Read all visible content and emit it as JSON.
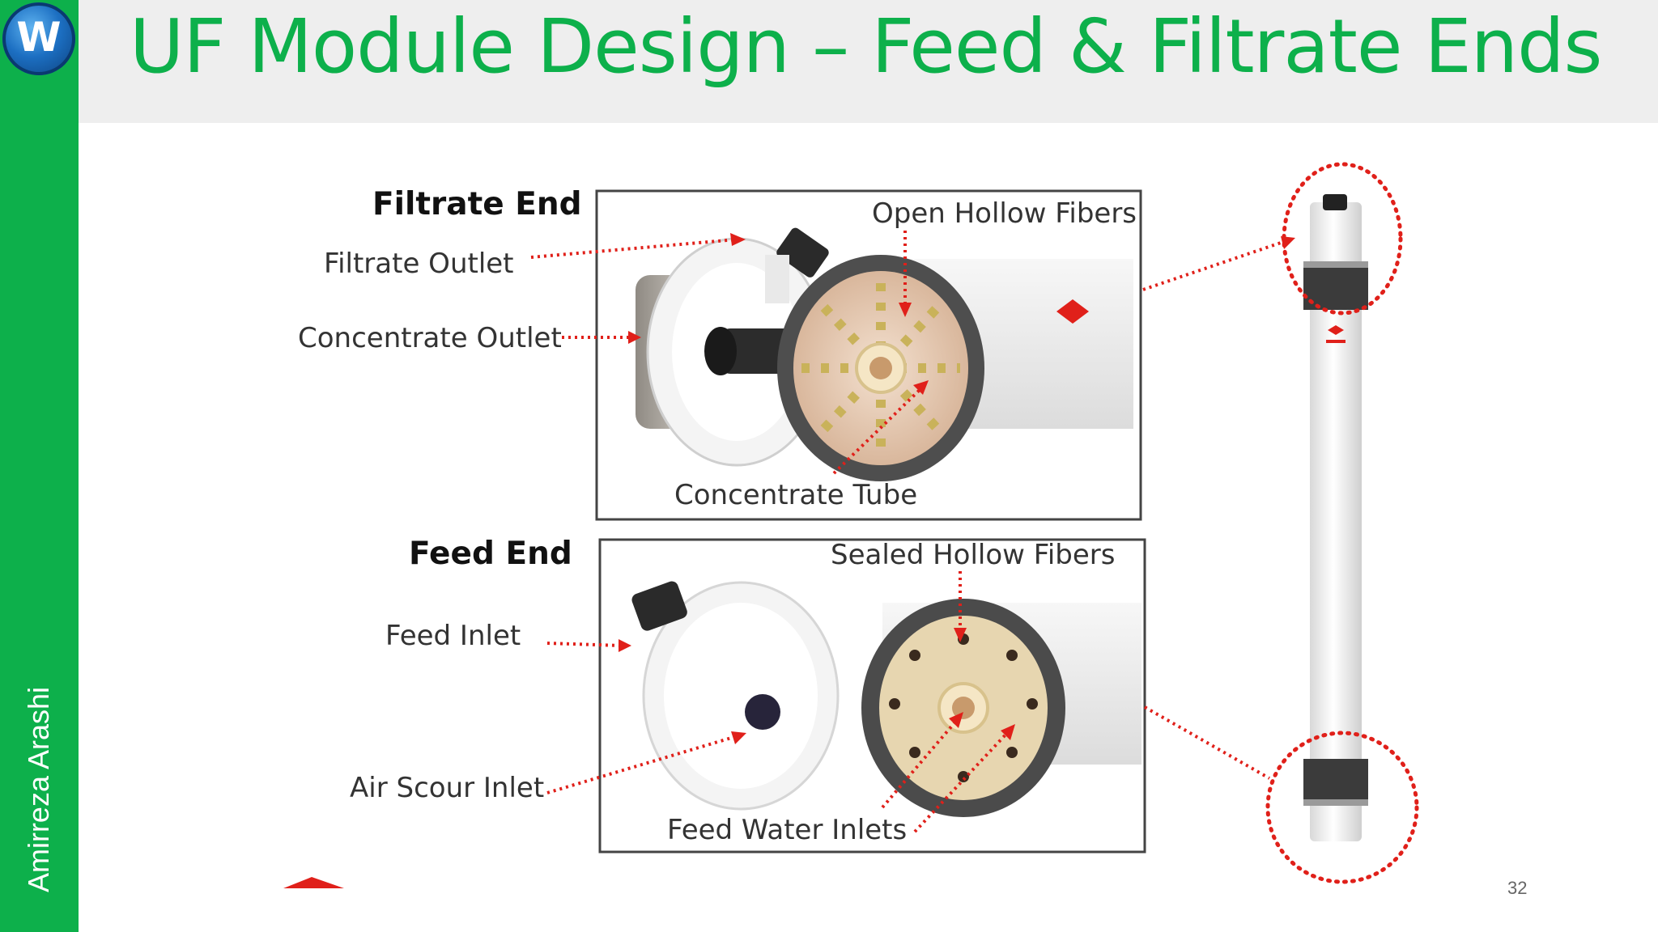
{
  "slide": {
    "title": "UF Module Design – Feed & Filtrate Ends",
    "author": "Amirreza Arashi",
    "page_number": "32",
    "logo_letter": "W"
  },
  "figure": {
    "filtrate_end": {
      "heading": "Filtrate End",
      "filtrate_outlet": "Filtrate Outlet",
      "concentrate_outlet": "Concentrate Outlet",
      "open_hollow_fibers": "Open Hollow Fibers",
      "concentrate_tube": "Concentrate Tube"
    },
    "feed_end": {
      "heading": "Feed End",
      "feed_inlet": "Feed Inlet",
      "air_scour_inlet": "Air Scour Inlet",
      "sealed_hollow_fibers": "Sealed Hollow Fibers",
      "feed_water_inlets": "Feed Water Inlets"
    }
  },
  "colors": {
    "accent_green": "#0db04b",
    "arrow_red": "#e0201a",
    "header_gray": "#eeeeee"
  }
}
